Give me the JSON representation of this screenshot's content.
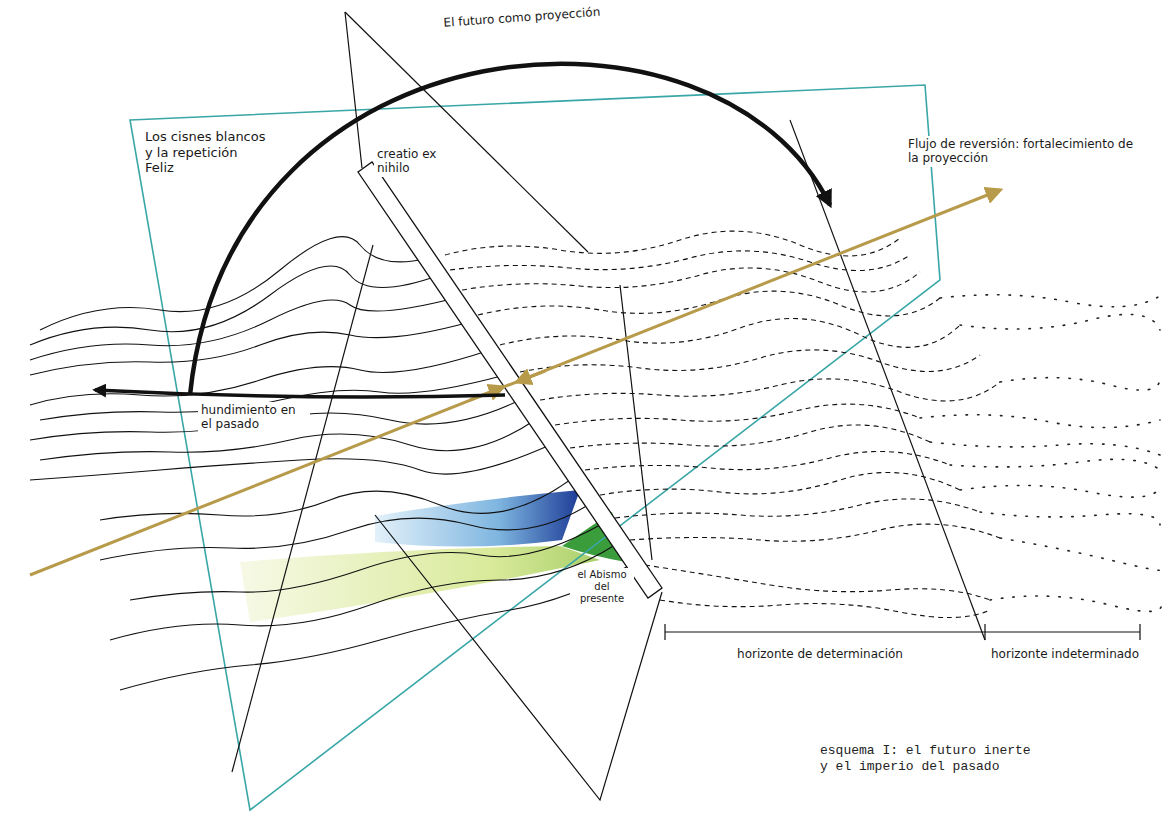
{
  "diagram": {
    "caption": "esquema I: el futuro inerte y el imperio del pasado",
    "labels": [
      "El futuro como proyección",
      "Los cisnes blancos y la repetición Feliz",
      "creatio ex nihilo",
      "Flujo de reversión: fortalecimiento de la proyección",
      "hundimiento en el pasado",
      "el Abismo del presente",
      "horizonte de determinación",
      "horizonte indeterminado"
    ]
  }
}
